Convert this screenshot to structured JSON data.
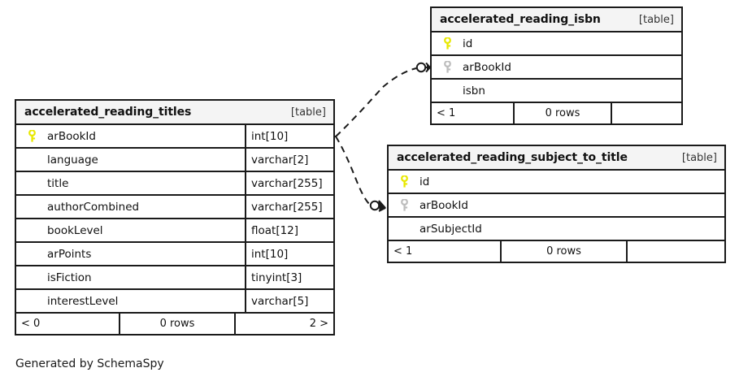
{
  "diagram": {
    "caption": "Generated by SchemaSpy",
    "table_tag": "[table]",
    "rows_label": "0 rows"
  },
  "tables": [
    {
      "id": "accelerated_reading_titles",
      "name": "accelerated_reading_titles",
      "tag": "[table]",
      "columns": [
        {
          "key": "primary",
          "key_icon": "yellow-key-icon",
          "name": "arBookId",
          "type": "int[10]"
        },
        {
          "key": "none",
          "key_icon": "",
          "name": "language",
          "type": "varchar[2]"
        },
        {
          "key": "none",
          "key_icon": "",
          "name": "title",
          "type": "varchar[255]"
        },
        {
          "key": "none",
          "key_icon": "",
          "name": "authorCombined",
          "type": "varchar[255]"
        },
        {
          "key": "none",
          "key_icon": "",
          "name": "bookLevel",
          "type": "float[12]"
        },
        {
          "key": "none",
          "key_icon": "",
          "name": "arPoints",
          "type": "int[10]"
        },
        {
          "key": "none",
          "key_icon": "",
          "name": "isFiction",
          "type": "tinyint[3]"
        },
        {
          "key": "none",
          "key_icon": "",
          "name": "interestLevel",
          "type": "varchar[5]"
        }
      ],
      "footer": {
        "left": "< 0",
        "middle": "0 rows",
        "right": "2 >"
      }
    },
    {
      "id": "accelerated_reading_isbn",
      "name": "accelerated_reading_isbn",
      "tag": "[table]",
      "columns": [
        {
          "key": "primary",
          "key_icon": "yellow-key-icon",
          "name": "id",
          "type": ""
        },
        {
          "key": "foreign",
          "key_icon": "gray-key-icon",
          "name": "arBookId",
          "type": ""
        },
        {
          "key": "none",
          "key_icon": "",
          "name": "isbn",
          "type": ""
        }
      ],
      "footer": {
        "left": "< 1",
        "middle": "0 rows",
        "right": ""
      }
    },
    {
      "id": "accelerated_reading_subject_to_title",
      "name": "accelerated_reading_subject_to_title",
      "tag": "[table]",
      "columns": [
        {
          "key": "primary",
          "key_icon": "yellow-key-icon",
          "name": "id",
          "type": ""
        },
        {
          "key": "foreign",
          "key_icon": "gray-key-icon",
          "name": "arBookId",
          "type": ""
        },
        {
          "key": "none",
          "key_icon": "",
          "name": "arSubjectId",
          "type": ""
        }
      ],
      "footer": {
        "left": "< 1",
        "middle": "0 rows",
        "right": ""
      }
    }
  ],
  "relationships": [
    {
      "from": "accelerated_reading_titles.arBookId",
      "to": "accelerated_reading_isbn.arBookId",
      "style": "dashed",
      "from_cardinality": "one",
      "to_cardinality": "zero-or-many"
    },
    {
      "from": "accelerated_reading_titles.arBookId",
      "to": "accelerated_reading_subject_to_title.arBookId",
      "style": "dashed",
      "from_cardinality": "one",
      "to_cardinality": "zero-or-many"
    }
  ],
  "colors": {
    "primary_key": "#e8e800",
    "foreign_key": "#bdbdbd",
    "border": "#1a1a1a",
    "header_bg": "#f4f4f4",
    "background": "#ffffff"
  }
}
